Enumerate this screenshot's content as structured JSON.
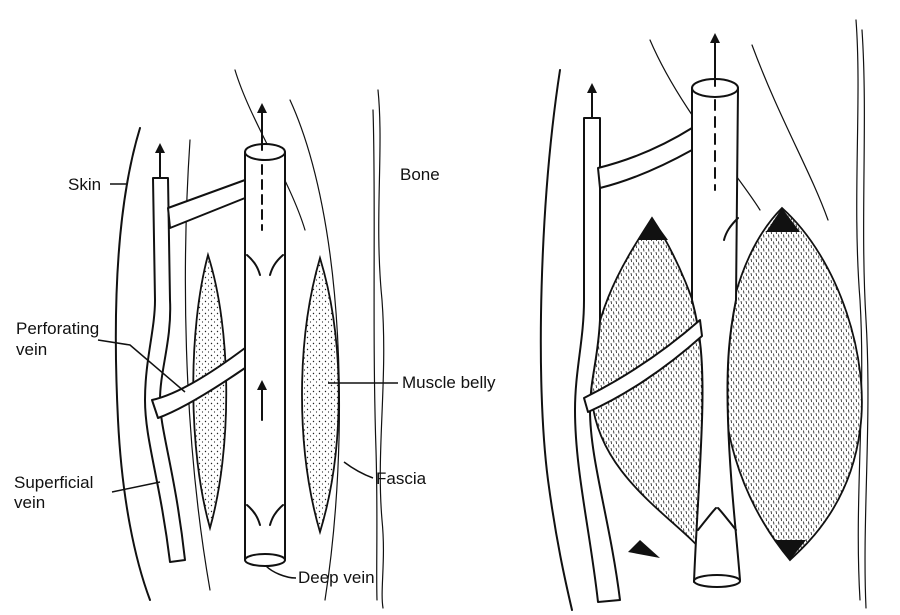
{
  "labels": {
    "skin": "Skin",
    "bone": "Bone",
    "perforating_vein_line1": "Perforating",
    "perforating_vein_line2": "vein",
    "muscle_belly": "Muscle belly",
    "superficial_vein_line1": "Superficial",
    "superficial_vein_line2": "vein",
    "fascia": "Fascia",
    "deep_vein": "Deep vein"
  }
}
